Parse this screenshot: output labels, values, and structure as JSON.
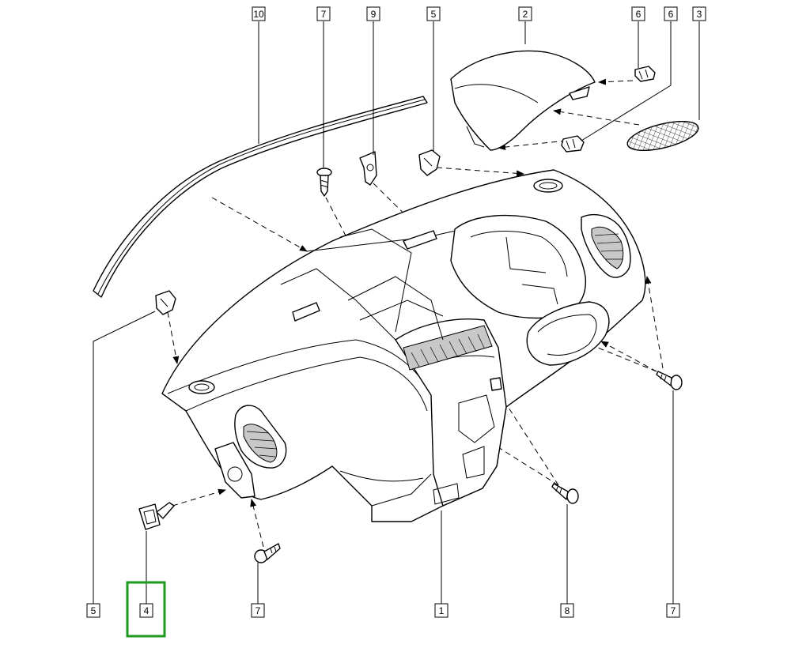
{
  "diagram": {
    "callouts": [
      {
        "id": "c10",
        "label": "10"
      },
      {
        "id": "c7a",
        "label": "7"
      },
      {
        "id": "c9",
        "label": "9"
      },
      {
        "id": "c5a",
        "label": "5"
      },
      {
        "id": "c2",
        "label": "2"
      },
      {
        "id": "c6a",
        "label": "6"
      },
      {
        "id": "c6b",
        "label": "6"
      },
      {
        "id": "c3",
        "label": "3"
      },
      {
        "id": "c5b",
        "label": "5"
      },
      {
        "id": "c4",
        "label": "4"
      },
      {
        "id": "c7b",
        "label": "7"
      },
      {
        "id": "c1",
        "label": "1"
      },
      {
        "id": "c8",
        "label": "8"
      },
      {
        "id": "c7c",
        "label": "7"
      }
    ],
    "highlight": {
      "label": "4",
      "color": "#1e9a1e"
    }
  }
}
